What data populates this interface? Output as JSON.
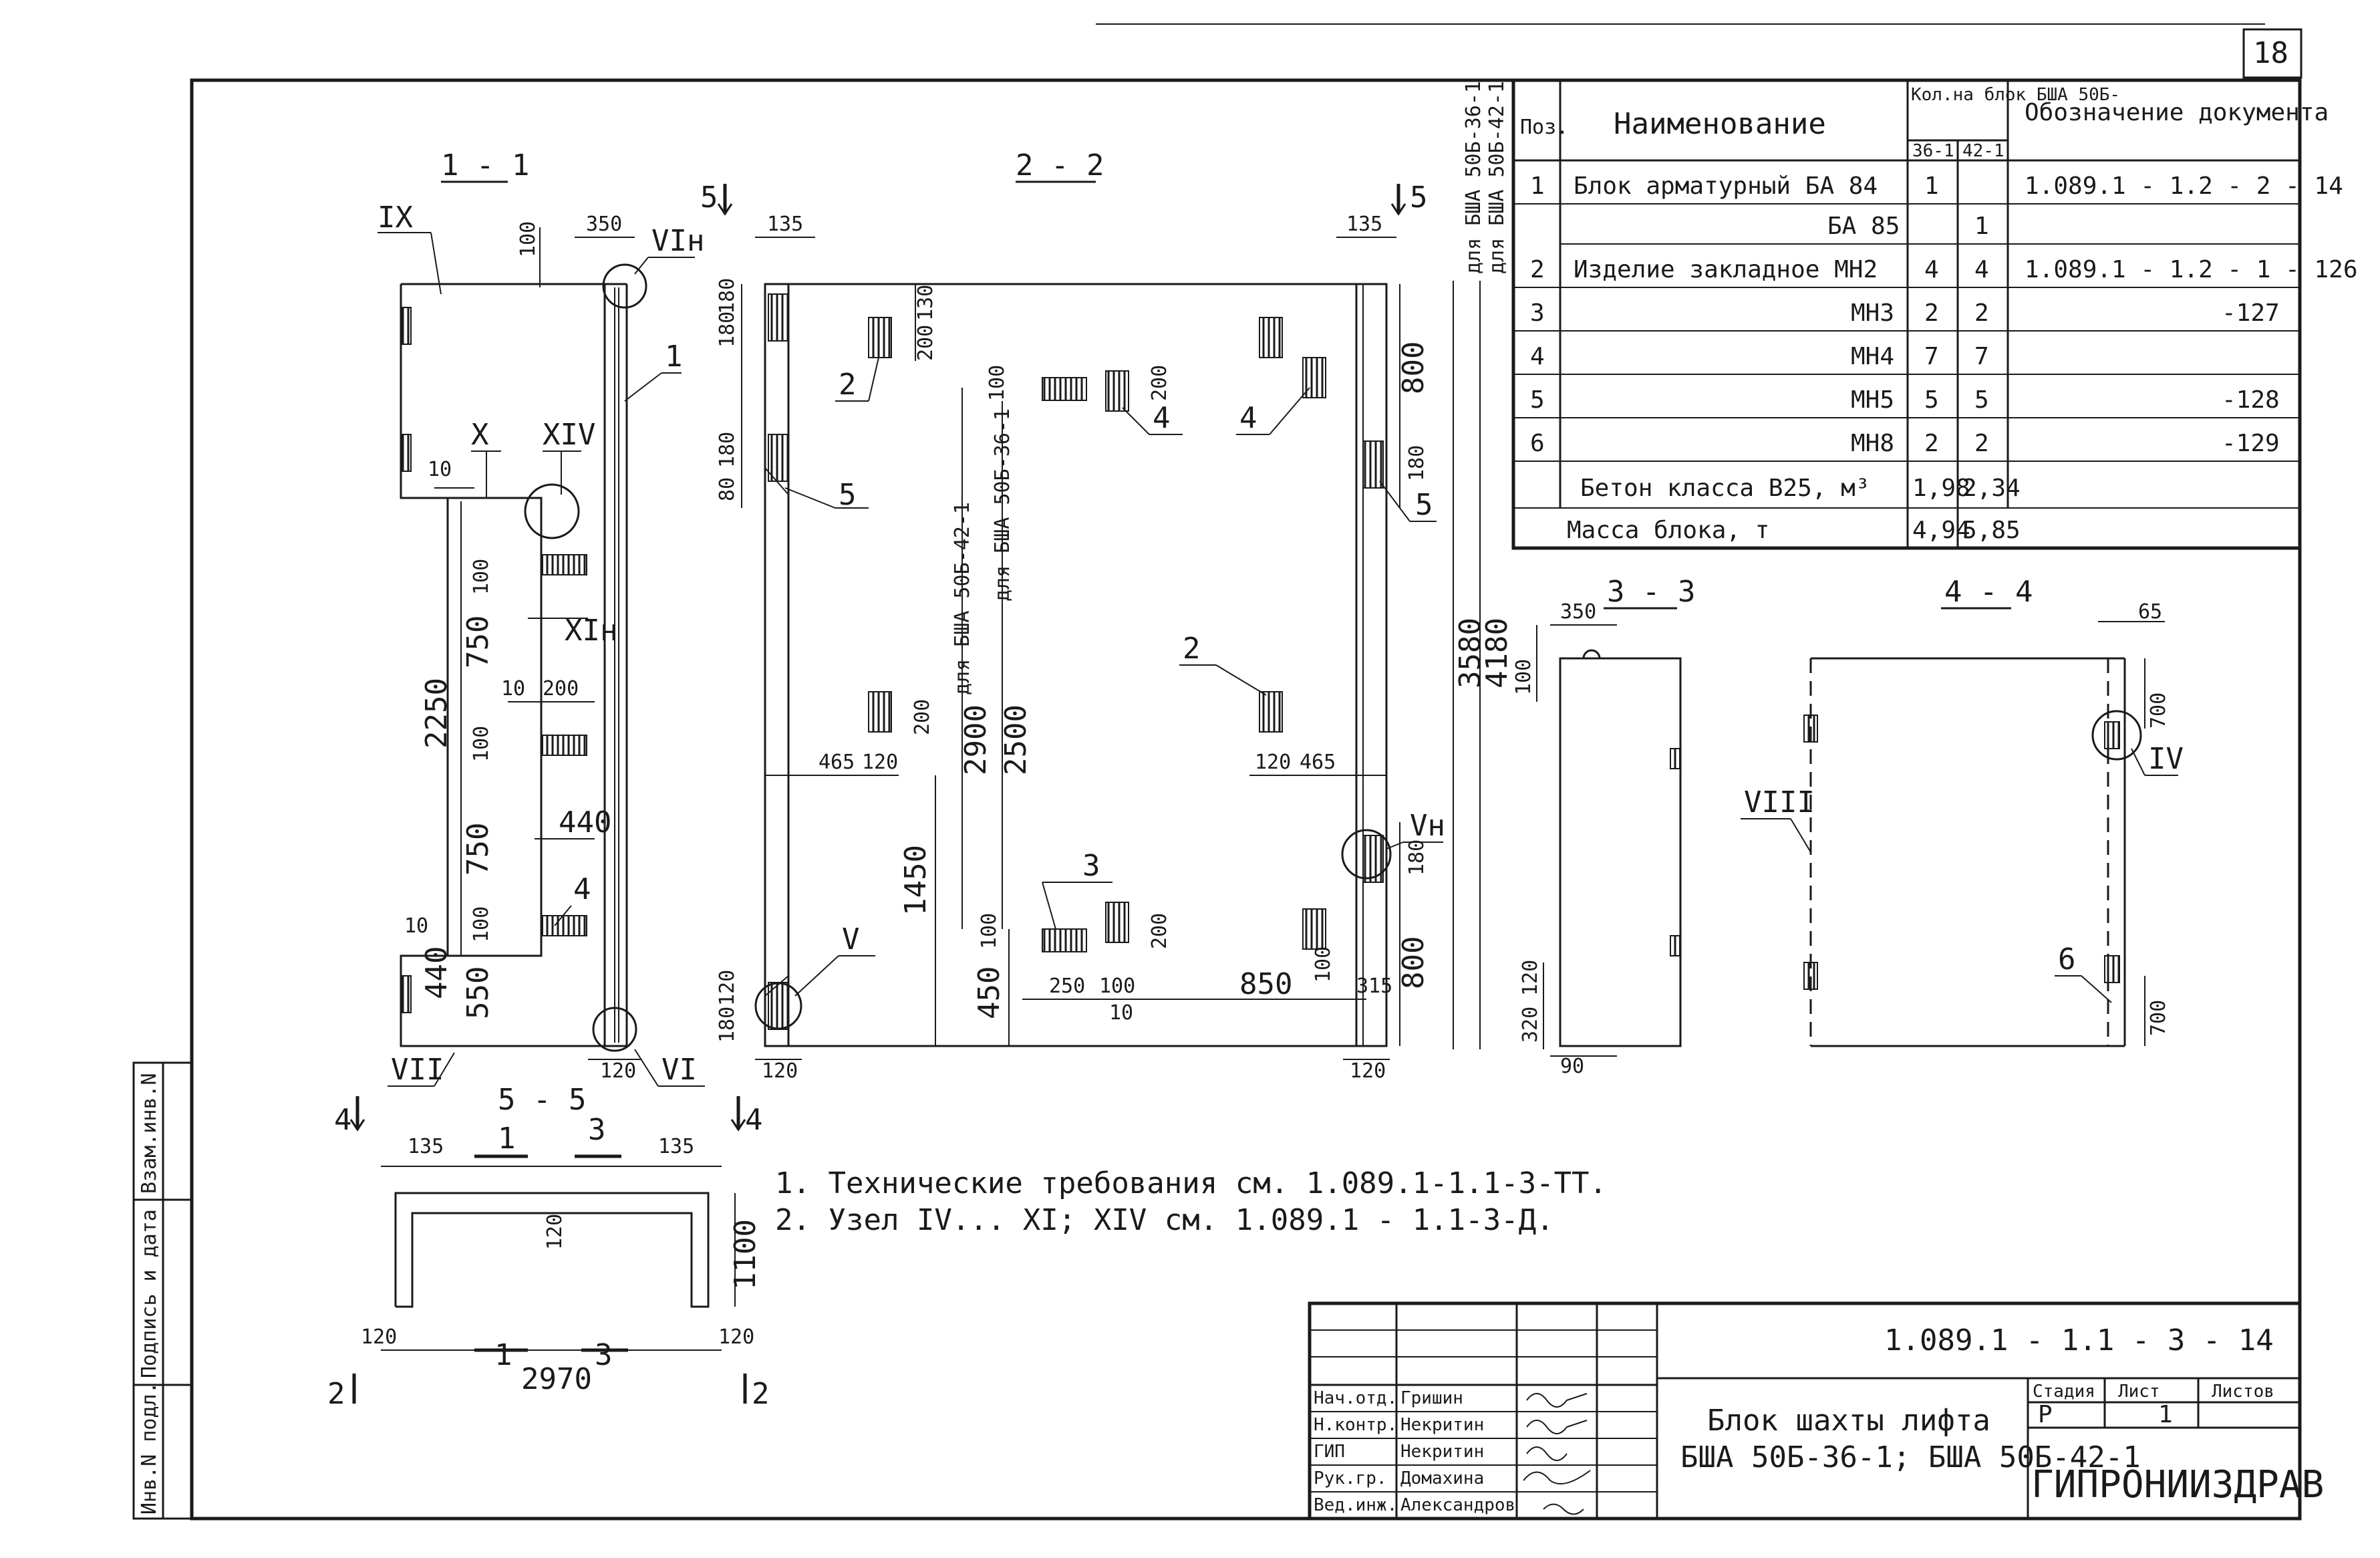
{
  "sheet_number": "18",
  "sections": {
    "s11": "1 - 1",
    "s22": "2 - 2",
    "s33": "3 - 3",
    "s44": "4 - 4",
    "s55": "5 - 5"
  },
  "vertical_labels": {
    "side_for_36": "для БША 50Б-36-1",
    "side_for_42": "для БША 50Б-42-1",
    "mid_for_42": "для БША 50Б-42-1",
    "mid_for_36": "для БША 50Б-36-1",
    "stamp_col1": "Инв.N подл.",
    "stamp_col2": "Подпись и дата",
    "stamp_col3": "Взам.инв.N"
  },
  "spec_table": {
    "headers": {
      "pos": "Поз.",
      "name": "Наименование",
      "qty": "Кол.на блок БША 50Б-",
      "qty_36": "36-1",
      "qty_42": "42-1",
      "doc": "Обозначение документа"
    },
    "rows": [
      {
        "pos": "1",
        "name": "Блок арматурный   БА 84",
        "q36": "1",
        "q42": "",
        "doc": "1.089.1 - 1.2 - 2 - 14"
      },
      {
        "pos": "",
        "name": "БА 85",
        "q36": "",
        "q42": "1",
        "doc": ""
      },
      {
        "pos": "2",
        "name": "Изделие закладное МН2",
        "q36": "4",
        "q42": "4",
        "doc": "1.089.1 - 1.2 - 1 - 126"
      },
      {
        "pos": "3",
        "name": "МН3",
        "q36": "2",
        "q42": "2",
        "doc": "-127"
      },
      {
        "pos": "4",
        "name": "МН4",
        "q36": "7",
        "q42": "7",
        "doc": ""
      },
      {
        "pos": "5",
        "name": "МН5",
        "q36": "5",
        "q42": "5",
        "doc": "-128"
      },
      {
        "pos": "6",
        "name": "МН8",
        "q36": "2",
        "q42": "2",
        "doc": "-129"
      },
      {
        "pos": "",
        "name": "Бетон класса  В25, м³",
        "q36": "1,98",
        "q42": "2,34",
        "doc": ""
      },
      {
        "pos": "",
        "name": "Масса блока, т",
        "q36": "4,94",
        "q42": "5,85",
        "doc": ""
      }
    ]
  },
  "notes": {
    "n1": "1. Технические требования см. 1.089.1-1.1-3-ТТ.",
    "n2": "2. Узел IV... XI; XIV см. 1.089.1 - 1.1-3-Д."
  },
  "title_block": {
    "code": "1.089.1 - 1.1 - 3 - 14",
    "title_line1": "Блок шахты лифта",
    "title_line2": "БША 50Б-36-1; БША 50Б-42-1",
    "stage_label": "Стадия",
    "sheet_label": "Лист",
    "sheets_label": "Листов",
    "stage": "Р",
    "sheet": "1",
    "sheets": "",
    "org": "ГИПРОНИИЗДРАВ",
    "people": [
      {
        "role": "Нач.отд.",
        "name": "Гришин"
      },
      {
        "role": "Н.контр.",
        "name": "Некритин"
      },
      {
        "role": "ГИП",
        "name": "Некритин"
      },
      {
        "role": "Рук.гр.",
        "name": "Домахина"
      },
      {
        "role": "Вед.инж.",
        "name": "Александров"
      }
    ]
  },
  "dims": {
    "d100a": "100",
    "d350": "350",
    "d10a": "10",
    "d100b": "100",
    "d750a": "750",
    "d2250": "2250",
    "d10b": "10",
    "d200a": "200",
    "d100c": "100",
    "d750b": "750",
    "d440a": "440",
    "d100d": "100",
    "d10c": "10",
    "d440b": "440",
    "d550": "550",
    "d120a": "120",
    "d135a": "135",
    "d135b": "135",
    "d180a": "180",
    "d180b": "180",
    "d80": "80",
    "d180c": "180",
    "d130": "130",
    "d200b": "200",
    "d100e": "100",
    "d200c": "200",
    "d800a": "800",
    "d180d": "180",
    "d2900": "2900",
    "d2500": "2500",
    "d200d": "200",
    "d465a": "465",
    "d120b": "120",
    "d120c": "120",
    "d465b": "465",
    "d1450": "1450",
    "d100f": "100",
    "d200e": "200",
    "d450": "450",
    "d250": "250",
    "d100g": "100",
    "d10d": "10",
    "d850": "850",
    "d100h": "100",
    "d315": "315",
    "d180e": "180",
    "d800b": "800",
    "d120d": "120",
    "d180f": "180",
    "d120e": "120",
    "d120f": "120",
    "d3580": "3580",
    "d4180": "4180",
    "d350b": "350",
    "d100i": "100",
    "d320": "320",
    "d120g": "120",
    "d90": "90",
    "d65": "65",
    "d700a": "700",
    "d700b": "700",
    "d135c": "135",
    "d135d": "135",
    "d120h": "120",
    "d1100": "1100",
    "d120i": "120",
    "d120j": "120",
    "d2970": "2970"
  },
  "marks": {
    "IX": "IX",
    "VIn": "VIн",
    "X": "X",
    "XIV": "XIV",
    "XIn": "XIн",
    "VII": "VII",
    "VI": "VI",
    "V": "V",
    "Vn": "Vн",
    "VIII": "VIII",
    "IV": "IV",
    "p1a": "1",
    "p2a": "2",
    "p4a": "4",
    "p5a": "5",
    "p4b": "4",
    "p2b": "2",
    "p3": "3",
    "p4c": "4",
    "p5b": "5",
    "p6": "6",
    "cut5a": "5",
    "cut5b": "5",
    "cut4a": "4",
    "cut4b": "4",
    "cut1a": "1",
    "cut3a": "3",
    "cut1b": "1",
    "cut3b": "3",
    "cut2a": "2",
    "cut2b": "2"
  }
}
